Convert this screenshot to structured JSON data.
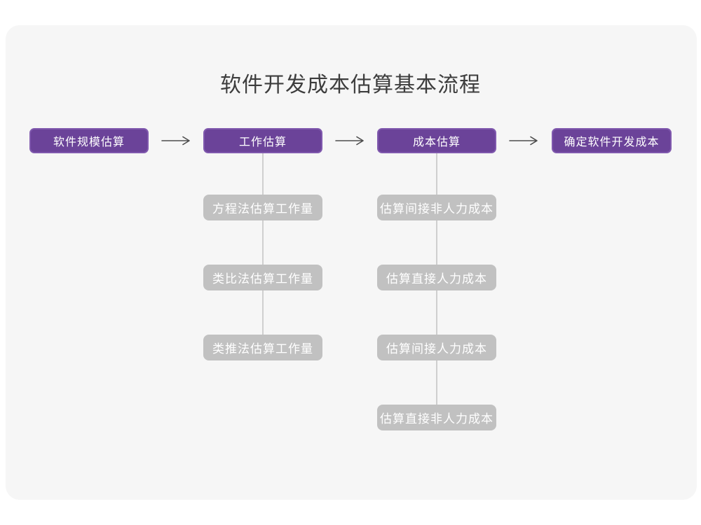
{
  "title": "软件开发成本估算基本流程",
  "colors": {
    "stage_bg": "#6b4399",
    "stage_border": "#8059ae",
    "sub_bg": "#c1c1c1",
    "node_text": "#ffffff",
    "connector": "#cfcfcf",
    "arrow": "#4d4d4d",
    "canvas_bg": "#f6f6f6",
    "title_text": "#3d3d3d"
  },
  "stages": [
    {
      "label": "软件规模估算"
    },
    {
      "label": "工作估算"
    },
    {
      "label": "成本估算"
    },
    {
      "label": "确定软件开发成本"
    }
  ],
  "arrows": [
    {
      "icon": "arrow-right-icon",
      "from": "软件规模估算",
      "to": "工作估算"
    },
    {
      "icon": "arrow-right-icon",
      "from": "工作估算",
      "to": "成本估算"
    },
    {
      "icon": "arrow-right-icon",
      "from": "成本估算",
      "to": "确定软件开发成本"
    }
  ],
  "columns": [
    {
      "parent": "工作估算",
      "items": [
        {
          "label": "方程法估算工作量"
        },
        {
          "label": "类比法估算工作量"
        },
        {
          "label": "类推法估算工作量"
        }
      ]
    },
    {
      "parent": "成本估算",
      "items": [
        {
          "label": "估算间接非人力成本"
        },
        {
          "label": "估算直接人力成本"
        },
        {
          "label": "估算间接人力成本"
        },
        {
          "label": "估算直接非人力成本"
        }
      ]
    }
  ]
}
